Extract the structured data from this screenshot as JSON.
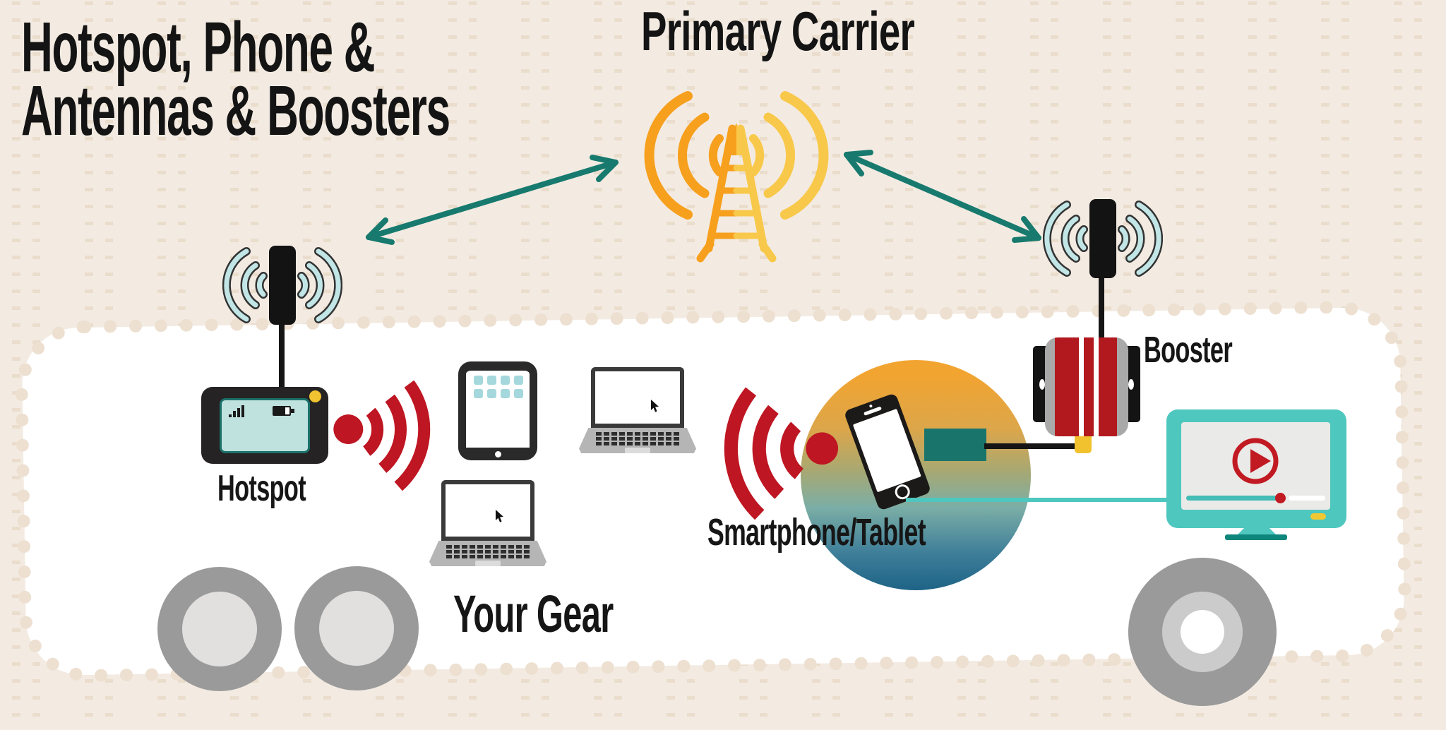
{
  "title": {
    "line1": "Hotspot, Phone &",
    "line2": "Antennas & Boosters"
  },
  "nodes": {
    "primary_carrier": {
      "label": "Primary Carrier"
    },
    "hotspot": {
      "label": "Hotspot"
    },
    "your_gear": {
      "label": "Your Gear"
    },
    "smartphone_tablet": {
      "label": "Smartphone/Tablet"
    },
    "booster": {
      "label": "Booster"
    }
  },
  "icons": [
    "cell-tower-icon",
    "antenna-icon",
    "wifi-signal-icon",
    "hotspot-device-icon",
    "tablet-icon",
    "laptop-icon",
    "smartphone-icon",
    "booster-device-icon",
    "tv-video-player-icon",
    "play-icon",
    "signal-bars-icon",
    "battery-icon",
    "wheel-icon",
    "double-arrow-icon"
  ],
  "colors": {
    "background": "#F3EBE2",
    "trailer_body": "#FFFFFF",
    "tower_orange": "#F6A01E",
    "tower_yellow": "#F8C84A",
    "arrow_teal": "#187A6E",
    "antenna_wave_blue": "#C2E5E6",
    "wifi_red": "#BE1622",
    "device_dark": "#262324",
    "screen_teal": "#BFE2DE",
    "connector_teal": "#19756C",
    "tv_teal": "#4EC7BF",
    "accent_yellow": "#F2C12E",
    "booster_red": "#B2191F",
    "wheel_gray": "#9A9A9A",
    "circle_gradient_top": "#F2A430",
    "circle_gradient_bottom": "#1E6386"
  }
}
